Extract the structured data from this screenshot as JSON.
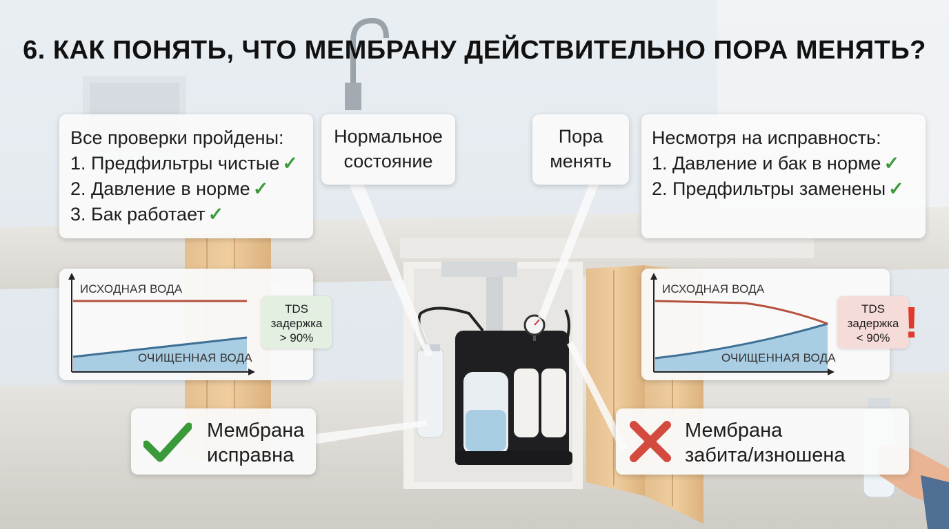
{
  "title": "6. КАК ПОНЯТЬ, ЧТО МЕМБРАНУ ДЕЙСТВИТЕЛЬНО ПОРА МЕНЯТЬ?",
  "left_checks": {
    "heading": "Все проверки пройдены:",
    "items": [
      "1. Предфильтры чистые",
      "2. Давление в норме",
      "3. Бак работает"
    ]
  },
  "normal_callout": {
    "line1": "Нормальное",
    "line2": "состояние"
  },
  "replace_callout": {
    "line1": "Пора",
    "line2": "менять"
  },
  "right_checks": {
    "heading": "Несмотря на исправность:",
    "items": [
      "1. Давление и бак в норме",
      "2. Предфильтры заменены"
    ]
  },
  "left_chart": {
    "source_label": "ИСХОДНАЯ ВОДА",
    "clean_label": "ОЧИЩЕННАЯ ВОДА",
    "tds_line1": "TDS",
    "tds_line2": "задержка",
    "tds_line3": "> 90%"
  },
  "right_chart": {
    "source_label": "ИСХОДНАЯ ВОДА",
    "clean_label": "ОЧИЩЕННАЯ ВОДА",
    "tds_line1": "TDS",
    "tds_line2": "задержка",
    "tds_line3": "< 90%",
    "warning": "!"
  },
  "result_ok": {
    "line1": "Мембрана",
    "line2": "исправна"
  },
  "result_bad": {
    "line1": "Мембрана",
    "line2": "забита/изношена"
  },
  "colors": {
    "check": "#3a9a3a",
    "cross": "#d24b3e",
    "source_line": "#b5503e",
    "clean_fill": "#a9cde3",
    "clean_line": "#3e6f95",
    "tds_ok_bg": "#e3efe0",
    "tds_bad_bg": "#f6dcd8",
    "warning": "#e03a2c"
  }
}
